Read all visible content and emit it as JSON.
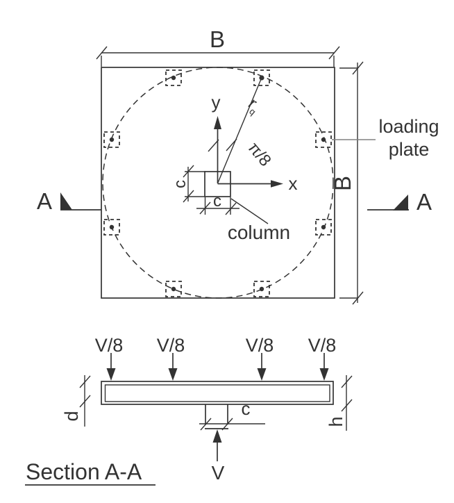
{
  "colors": {
    "ink": "#333333",
    "leader_gray": "#808080",
    "background": "#ffffff"
  },
  "plan": {
    "width_dim_label": "B",
    "height_dim_label": "B",
    "y_axis_label": "y",
    "x_axis_label": "x",
    "radius_label_base": "r",
    "radius_label_sub": "q",
    "angle_label": "π/8",
    "column_side_label_left": "c",
    "column_side_label_bottom": "c",
    "column_label": "column",
    "loading_plate_label_line1": "loading",
    "loading_plate_label_line2": "plate",
    "cut_label_left": "A",
    "cut_label_right": "A"
  },
  "section": {
    "title": "Section A-A",
    "load_labels": [
      "V/8",
      "V/8",
      "V/8",
      "V/8"
    ],
    "effective_depth_label": "d",
    "thickness_label": "h",
    "column_width_label": "c",
    "total_load_label": "V"
  }
}
